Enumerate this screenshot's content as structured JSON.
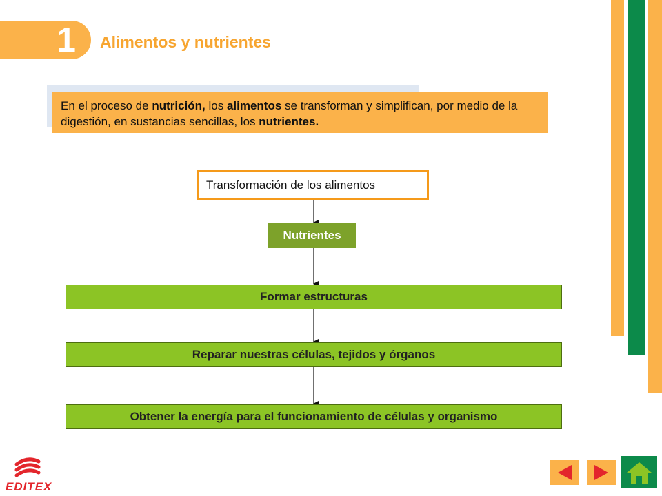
{
  "header": {
    "unit_number": "1",
    "title": "Alimentos y nutrientes"
  },
  "intro": {
    "p1": "En el proceso de ",
    "b1": "nutrición,",
    "p2": " los ",
    "b2": "alimentos",
    "p3": " se transforman y simplifican, por medio de la digestión, en sustancias sencillas, los ",
    "b3": "nutrientes."
  },
  "flow": {
    "start": "Transformación de los alimentos",
    "nutrients": "Nutrientes",
    "steps": [
      "Formar estructuras",
      "Reparar nuestras células, tejidos y órganos",
      "Obtener la energía para el funcionamiento de células y organismo"
    ]
  },
  "footer": {
    "logo": "EDITEX"
  },
  "colors": {
    "accent_orange": "#fbb24a",
    "accent_green": "#0c8a4a",
    "box_green": "#8cc425",
    "nutrients_green": "#7da22a",
    "logo_red": "#e3262c"
  },
  "icons": {
    "prev": "triangle-left-icon",
    "next": "triangle-right-icon",
    "home": "home-icon"
  }
}
